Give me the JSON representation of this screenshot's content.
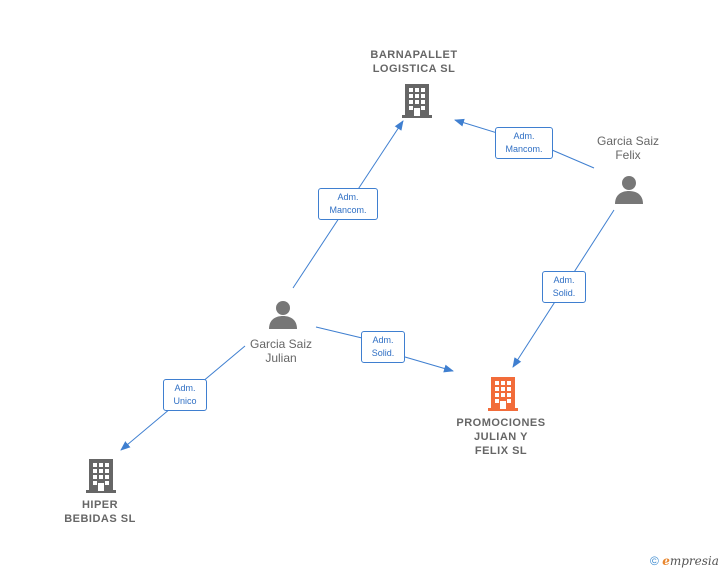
{
  "colors": {
    "edge": "#3f7fd0",
    "company": "#666666",
    "focus_company": "#f26c3a",
    "person": "#777777"
  },
  "nodes": {
    "barnapallet": {
      "line1": "BARNAPALLET",
      "line2": "LOGISTICA  SL",
      "icon": "building-icon"
    },
    "felix": {
      "line1": "Garcia Saiz",
      "line2": "Felix",
      "icon": "person-icon"
    },
    "julian": {
      "line1": "Garcia Saiz",
      "line2": "Julian",
      "icon": "person-icon"
    },
    "promociones": {
      "line1": "PROMOCIONES",
      "line2": "JULIAN Y",
      "line3": "FELIX  SL",
      "icon": "building-icon"
    },
    "hiper": {
      "line1": "HIPER",
      "line2": "BEBIDAS SL",
      "icon": "building-icon"
    }
  },
  "edges": {
    "julian_barnapallet": {
      "line1": "Adm.",
      "line2": "Mancom."
    },
    "felix_barnapallet": {
      "line1": "Adm.",
      "line2": "Mancom."
    },
    "felix_promociones": {
      "line1": "Adm.",
      "line2": "Solid."
    },
    "julian_promociones": {
      "line1": "Adm.",
      "line2": "Solid."
    },
    "julian_hiper": {
      "line1": "Adm.",
      "line2": "Unico"
    }
  },
  "watermark": {
    "symbol": "©",
    "brand_initial": "e",
    "brand_rest": "mpresia"
  }
}
